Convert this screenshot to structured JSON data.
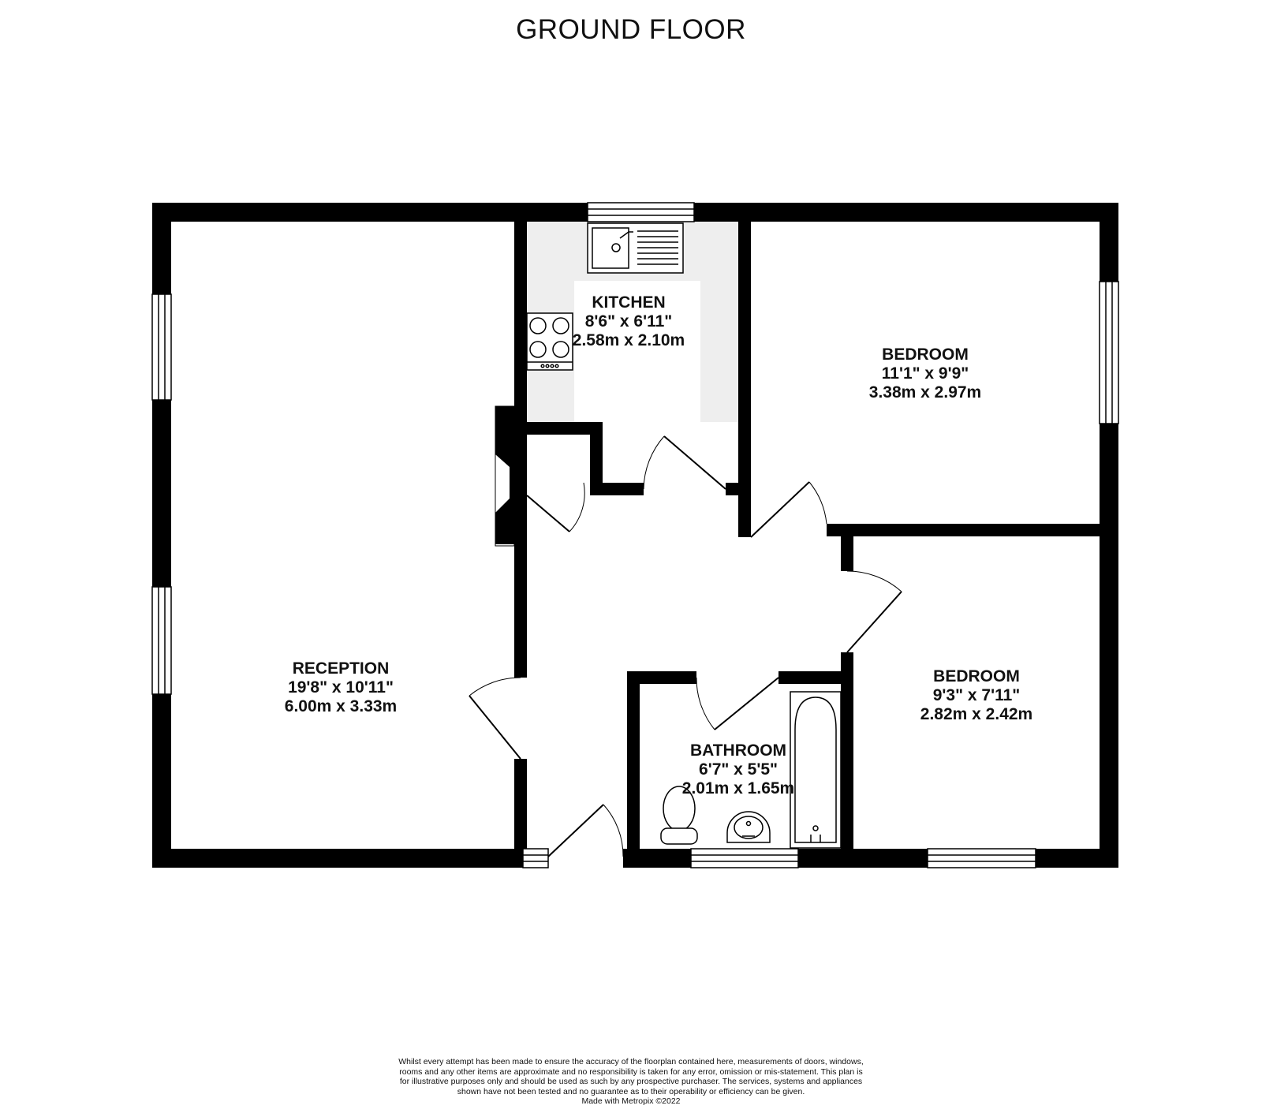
{
  "floor_title": "GROUND FLOOR",
  "rooms": [
    {
      "id": "reception",
      "name": "RECEPTION",
      "imperial": "19'8\"  x 10'11\"",
      "metric": "6.00m  x 3.33m"
    },
    {
      "id": "kitchen",
      "name": "KITCHEN",
      "imperial": "8'6\"  x 6'11\"",
      "metric": "2.58m  x 2.10m"
    },
    {
      "id": "bedroom-1",
      "name": "BEDROOM",
      "imperial": "11'1\"  x 9'9\"",
      "metric": "3.38m  x 2.97m"
    },
    {
      "id": "bedroom-2",
      "name": "BEDROOM",
      "imperial": "9'3\"  x 7'11\"",
      "metric": "2.82m  x 2.42m"
    },
    {
      "id": "bathroom",
      "name": "BATHROOM",
      "imperial": "6'7\"  x 5'5\"",
      "metric": "2.01m  x 1.65m"
    }
  ],
  "disclaimer": "Whilst every attempt has been made to ensure the accuracy of the floorplan contained here, measurements of doors, windows, rooms and any other items are approximate and no responsibility is taken for any error, omission or mis-statement. This plan is for illustrative purposes only and should be used as such by any prospective purchaser. The services, systems and appliances shown have not been tested and no guarantee as to their operability or efficiency can be given.",
  "credit": "Made with Metropix ©2022",
  "colors": {
    "wall": "#000000",
    "fitted_units": "#eeeeee",
    "background": "#ffffff"
  }
}
